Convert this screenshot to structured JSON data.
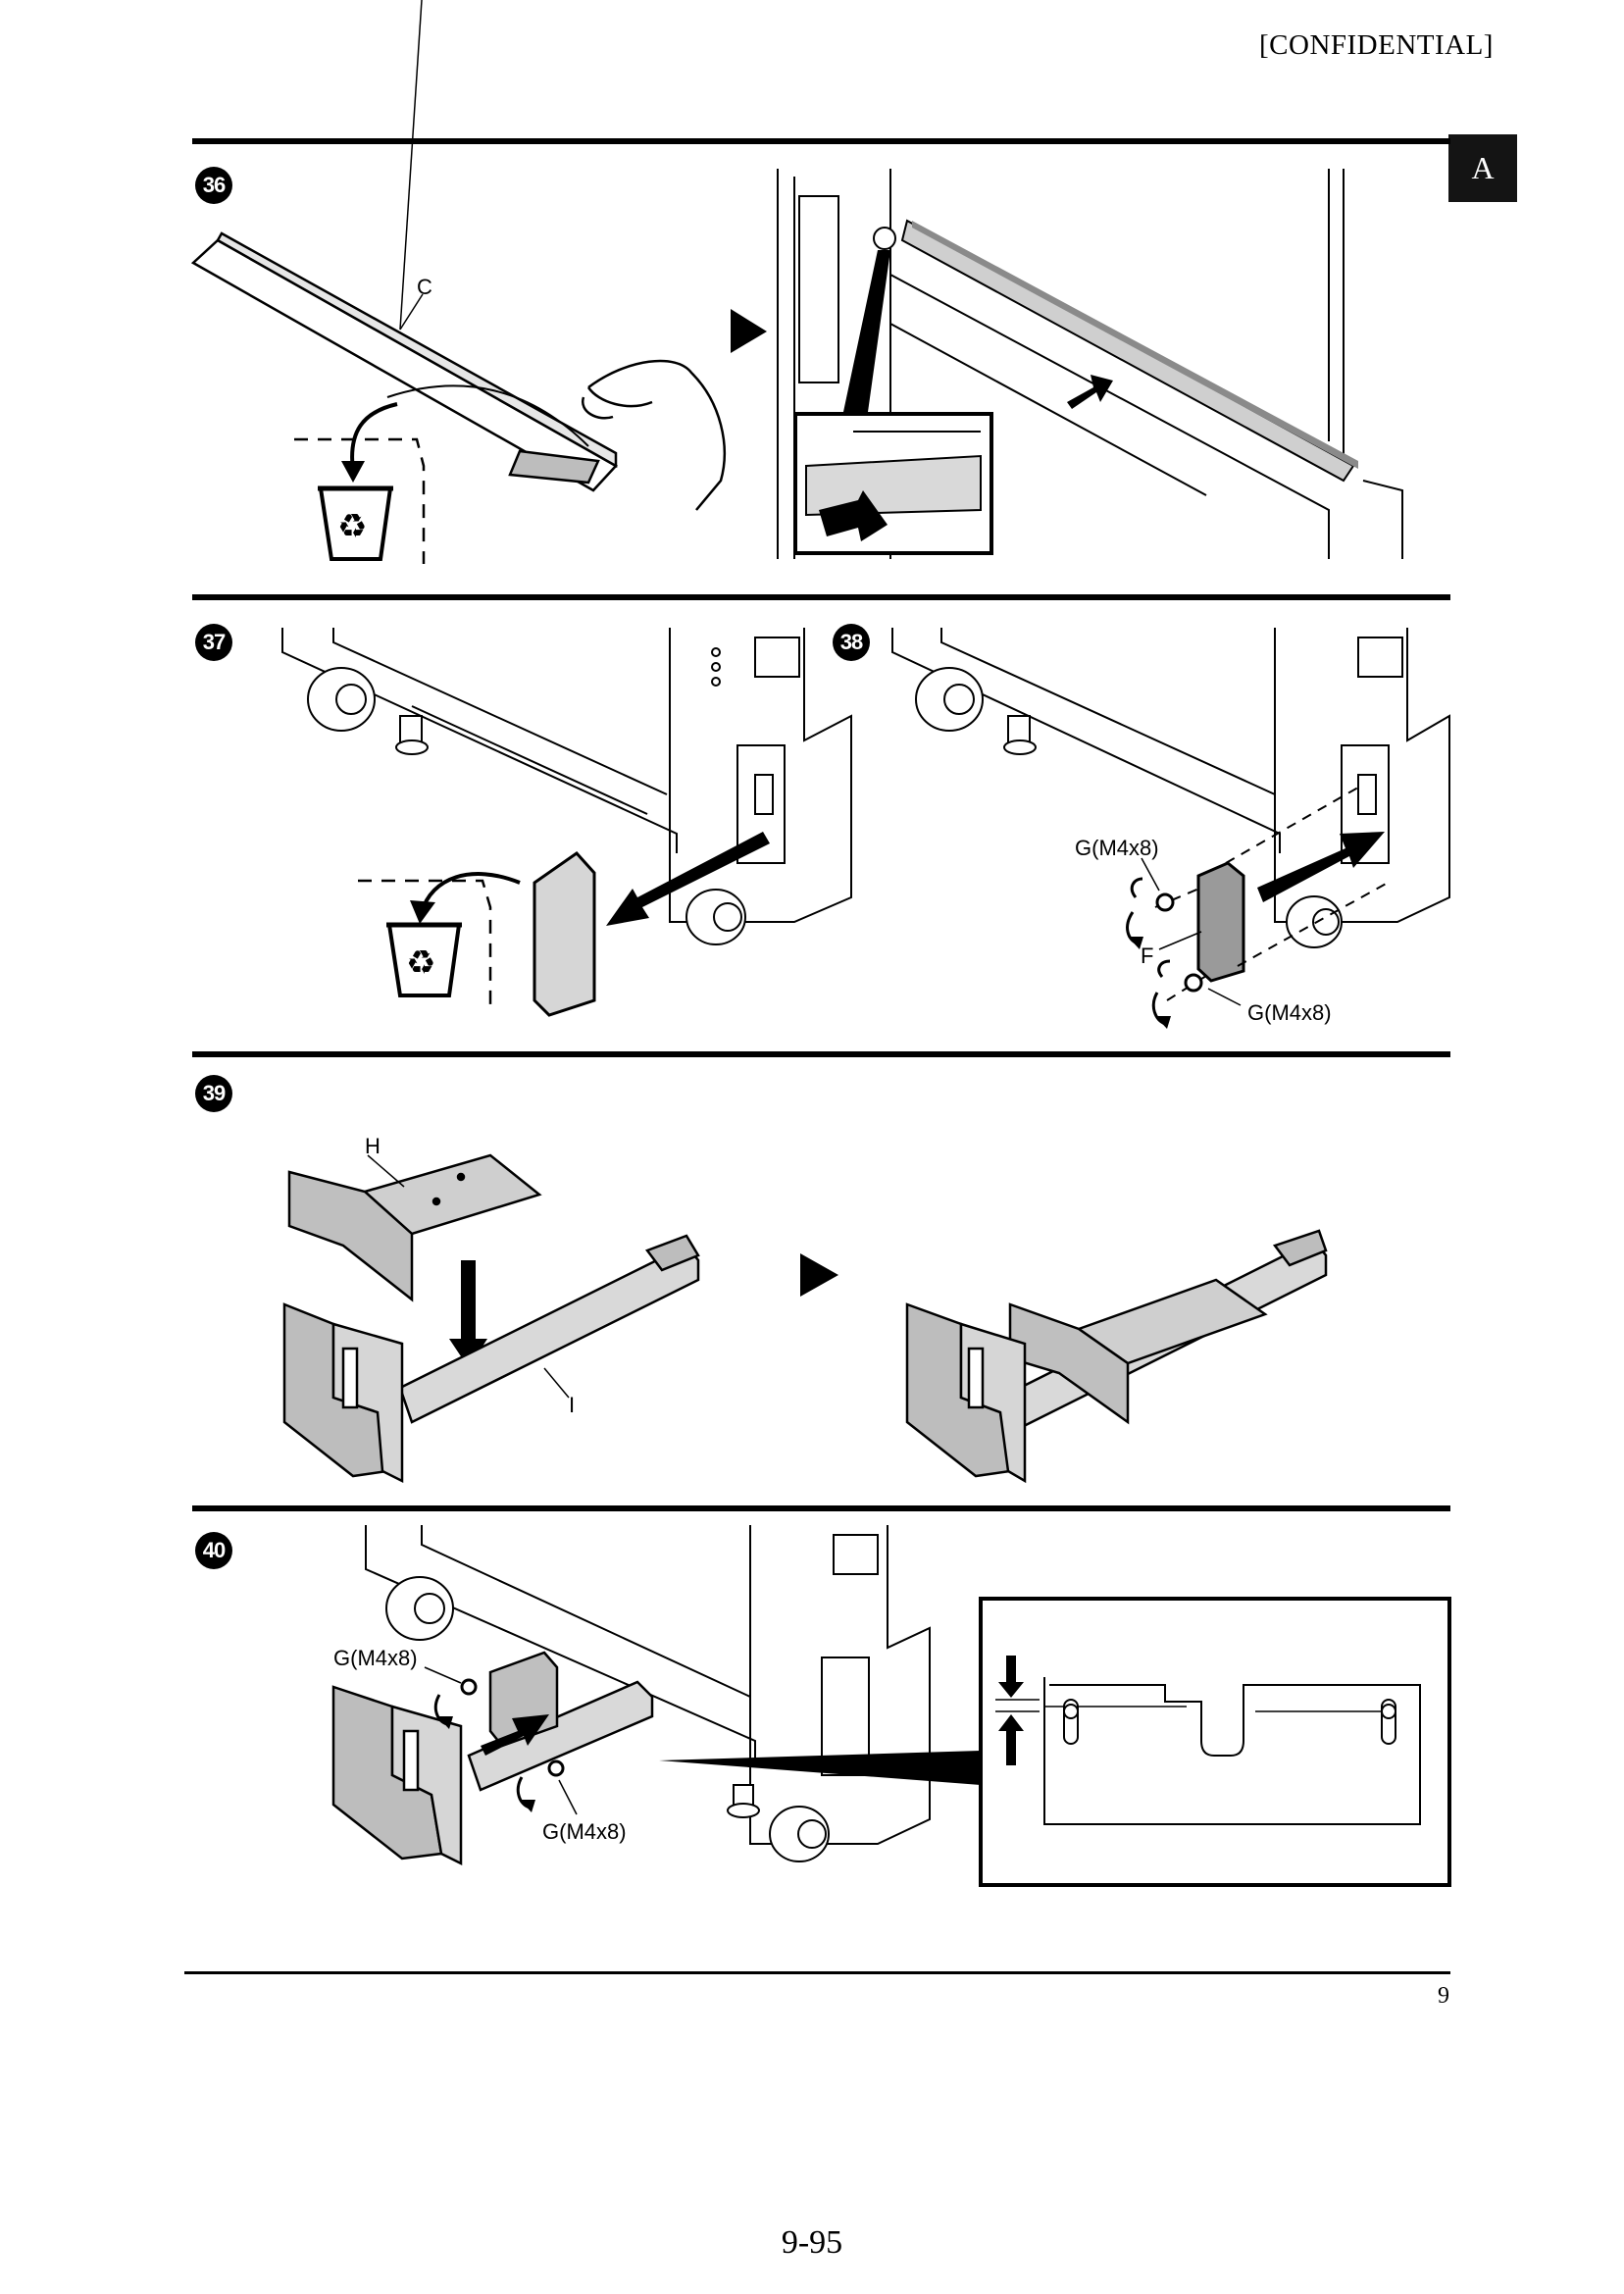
{
  "header": {
    "confidential": "[CONFIDENTIAL]",
    "section_tab": "A"
  },
  "steps": [
    {
      "number": "36",
      "labels": [
        "C"
      ]
    },
    {
      "number": "37",
      "labels": []
    },
    {
      "number": "38",
      "labels": [
        "G(M4x8)",
        "F",
        "G(M4x8)"
      ]
    },
    {
      "number": "39",
      "labels": [
        "H",
        "I"
      ]
    },
    {
      "number": "40",
      "labels": [
        "G(M4x8)",
        "G(M4x8)"
      ]
    }
  ],
  "icons": [
    "recycle-bin-icon",
    "next-step-arrow-icon",
    "screw-rotate-icon",
    "push-direction-arrow-icon"
  ],
  "footer": {
    "page_number": "9",
    "section_page": "9-95"
  }
}
